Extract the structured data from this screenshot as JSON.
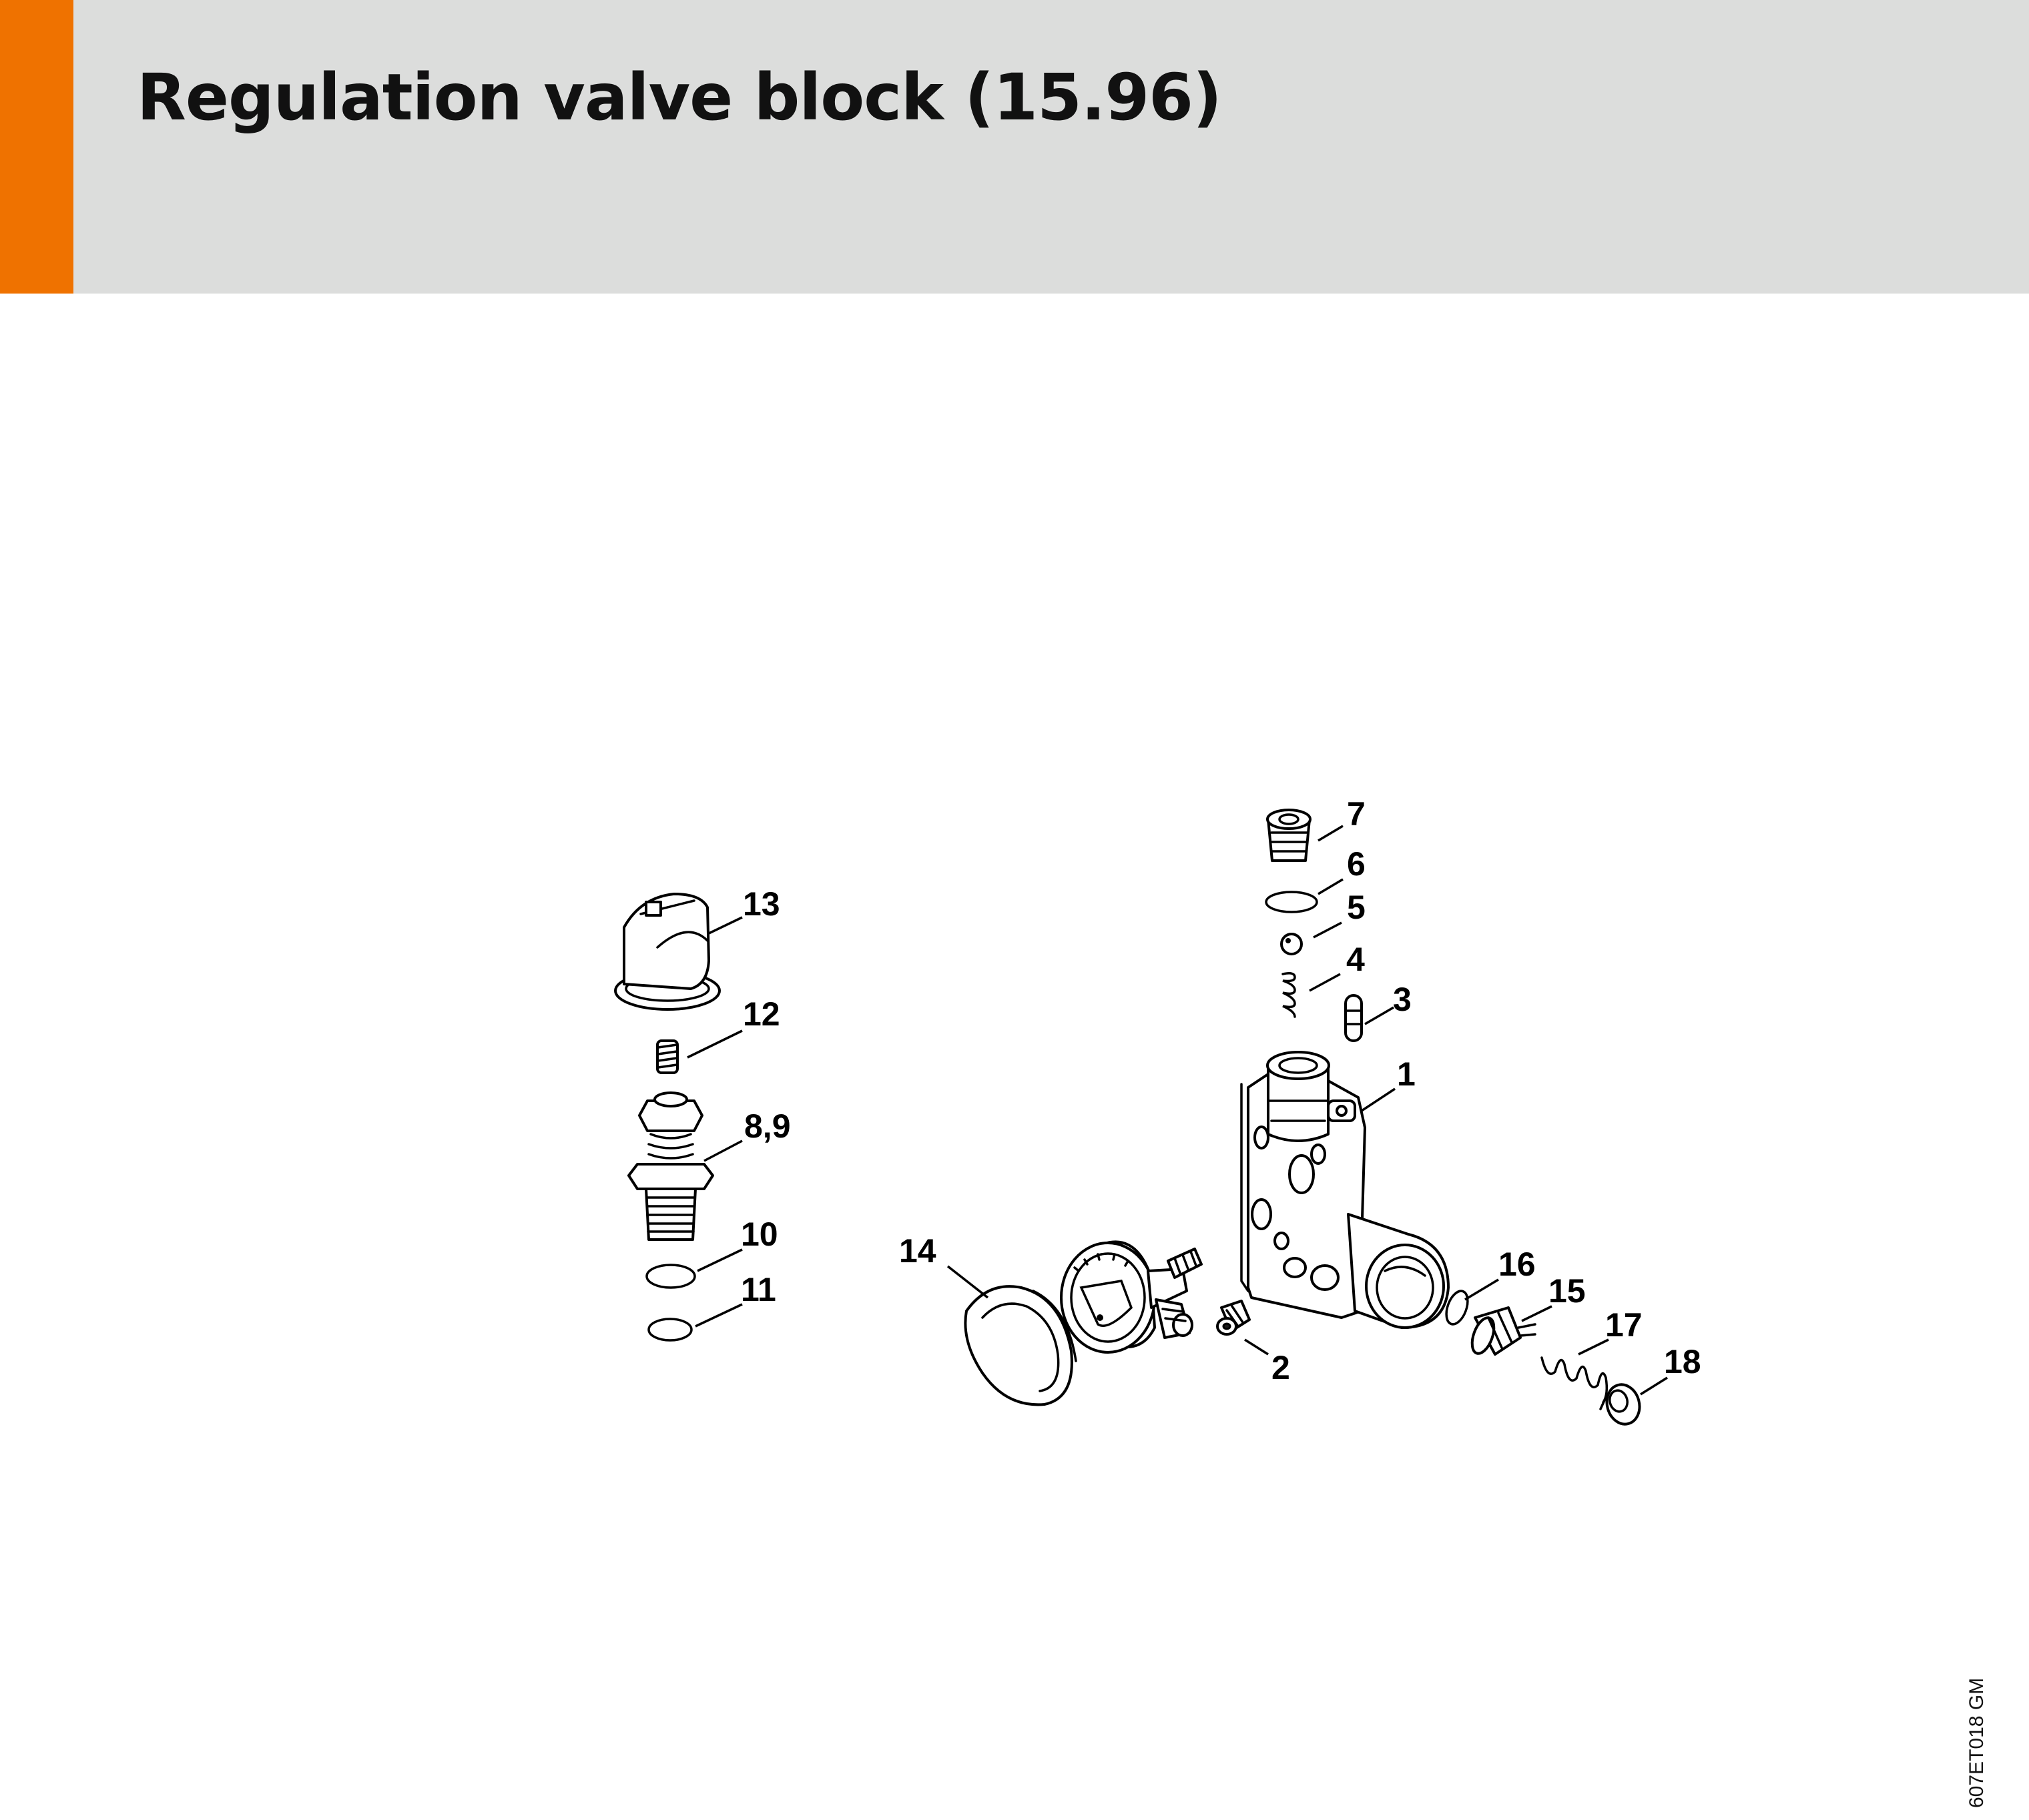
{
  "header": {
    "title": "Regulation valve block (15.96)",
    "accent_color": "#ef7200",
    "band_color": "#dcdddc"
  },
  "diagram": {
    "callouts": [
      "1",
      "2",
      "3",
      "4",
      "5",
      "6",
      "7",
      "8,9",
      "10",
      "11",
      "12",
      "13",
      "14",
      "15",
      "16",
      "17",
      "18"
    ]
  },
  "footer": {
    "reference_code": "607ET018 GM"
  }
}
